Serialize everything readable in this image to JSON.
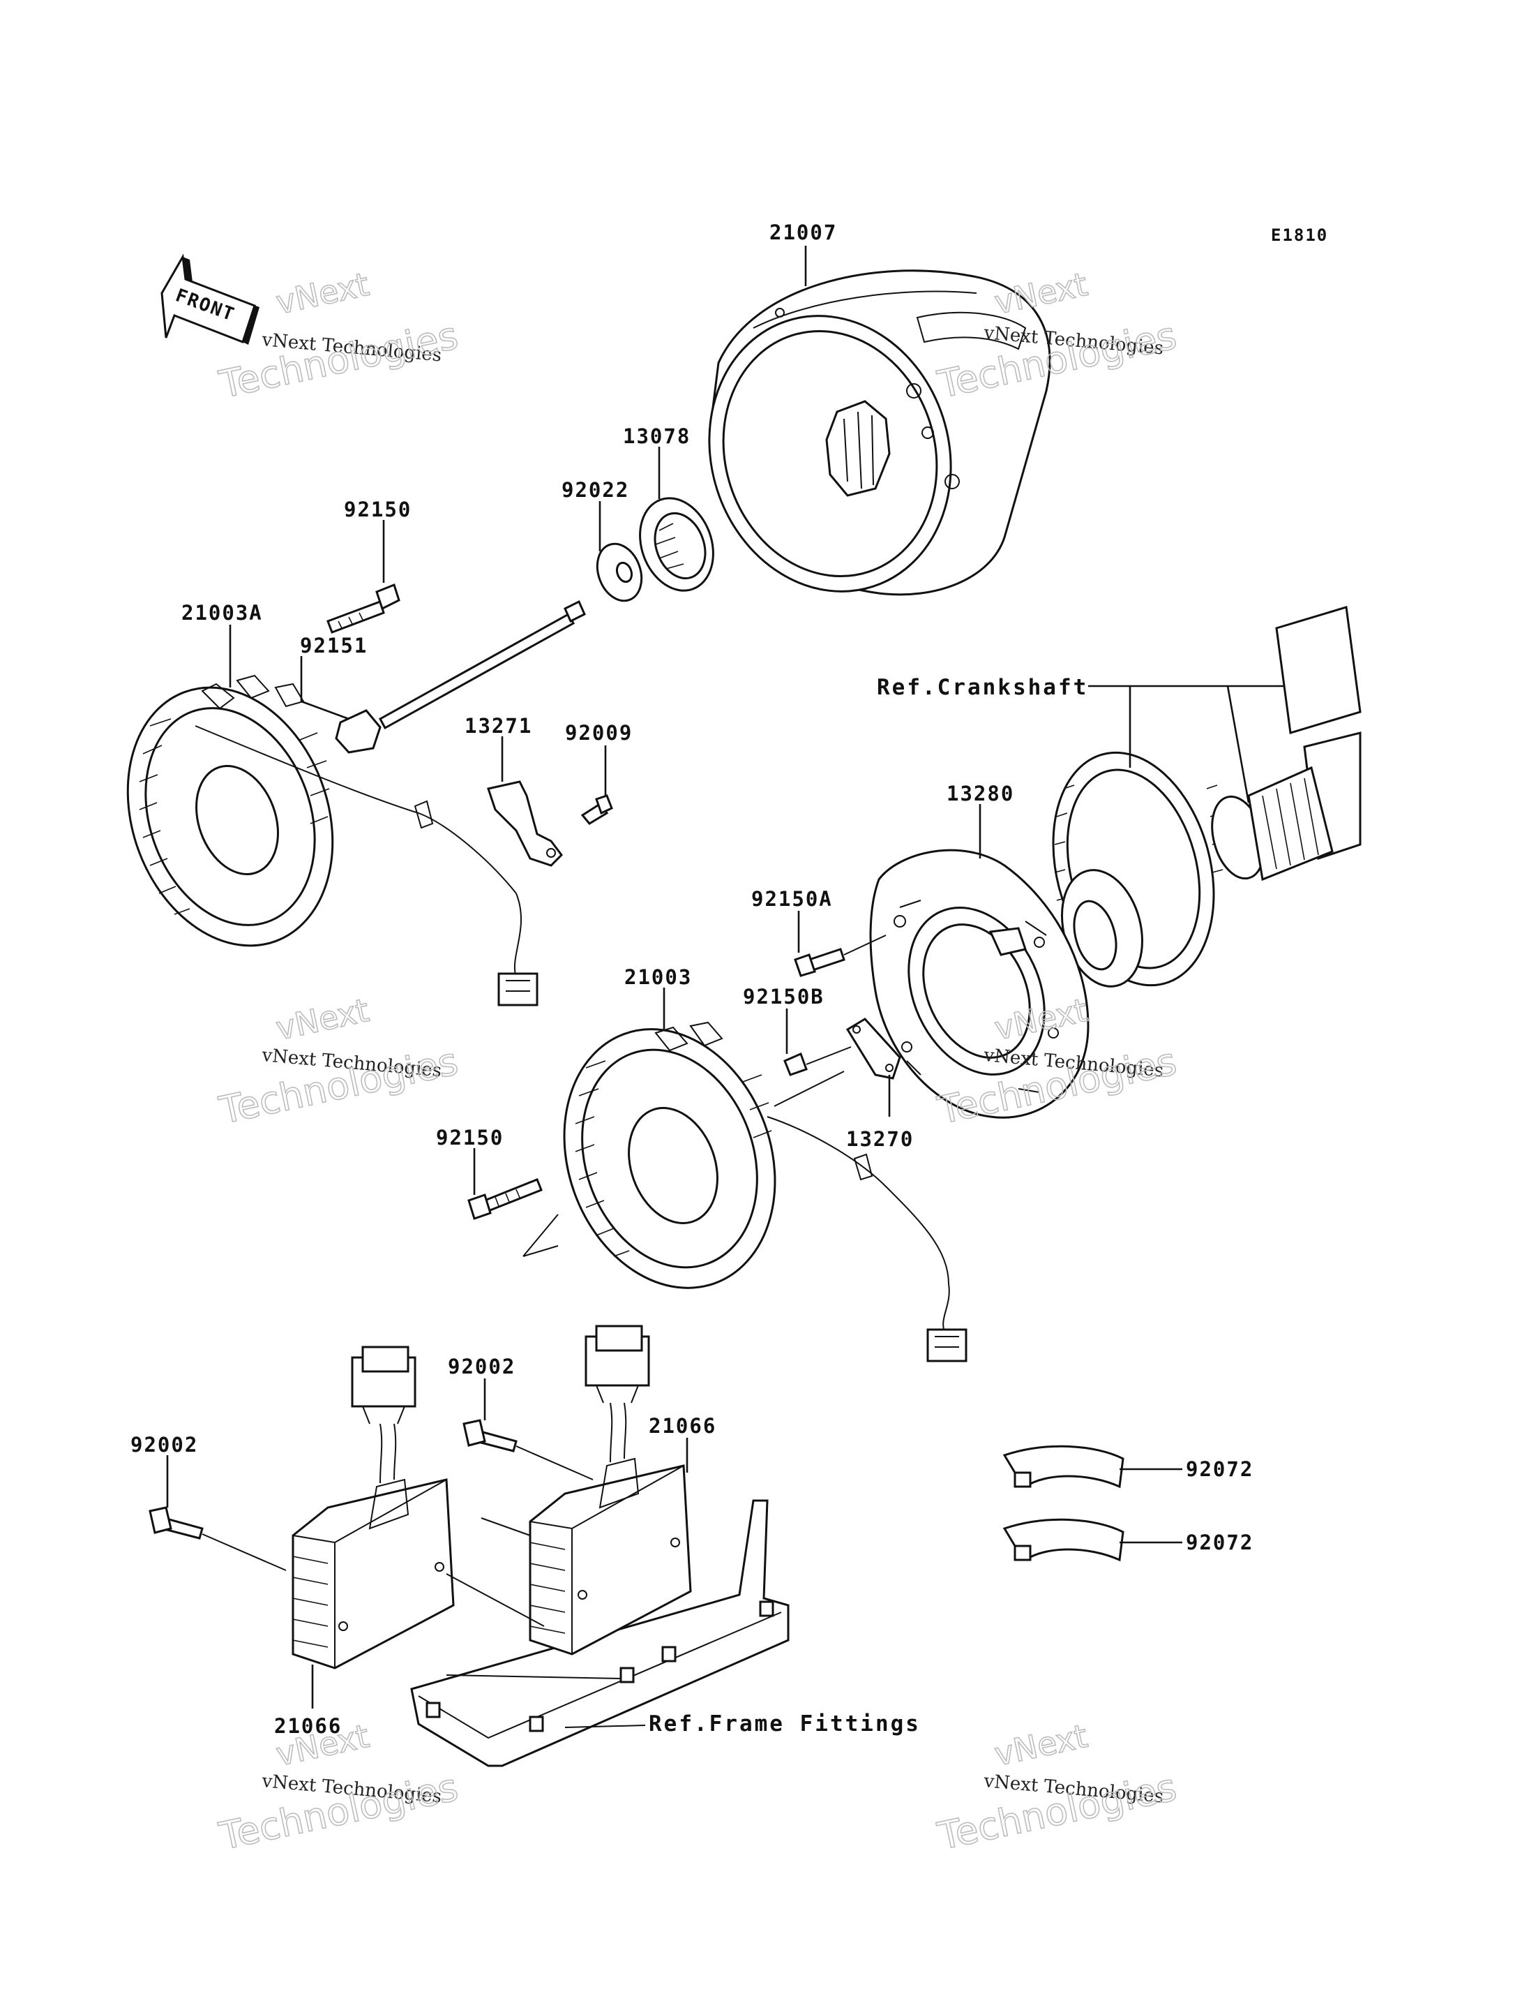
{
  "diagram_code": "E1810",
  "front_label": "FRONT",
  "watermark": {
    "line1": "vNext",
    "line2": "vNext Technologies",
    "line3": "Technologies"
  },
  "parts": {
    "p21007": "21007",
    "p13078": "13078",
    "p92022": "92022",
    "p92150_top": "92150",
    "p21003A": "21003A",
    "p92151": "92151",
    "p13271": "13271",
    "p92009": "92009",
    "p13280": "13280",
    "p92150A": "92150A",
    "p92150B": "92150B",
    "p21003": "21003",
    "p13270": "13270",
    "p92150_mid": "92150",
    "p92002_left": "92002",
    "p92002_mid": "92002",
    "p21066_top": "21066",
    "p21066_bottom": "21066",
    "p92072_top": "92072",
    "p92072_bottom": "92072"
  },
  "references": {
    "crankshaft": "Ref.Crankshaft",
    "frame_fittings": "Ref.Frame Fittings"
  }
}
